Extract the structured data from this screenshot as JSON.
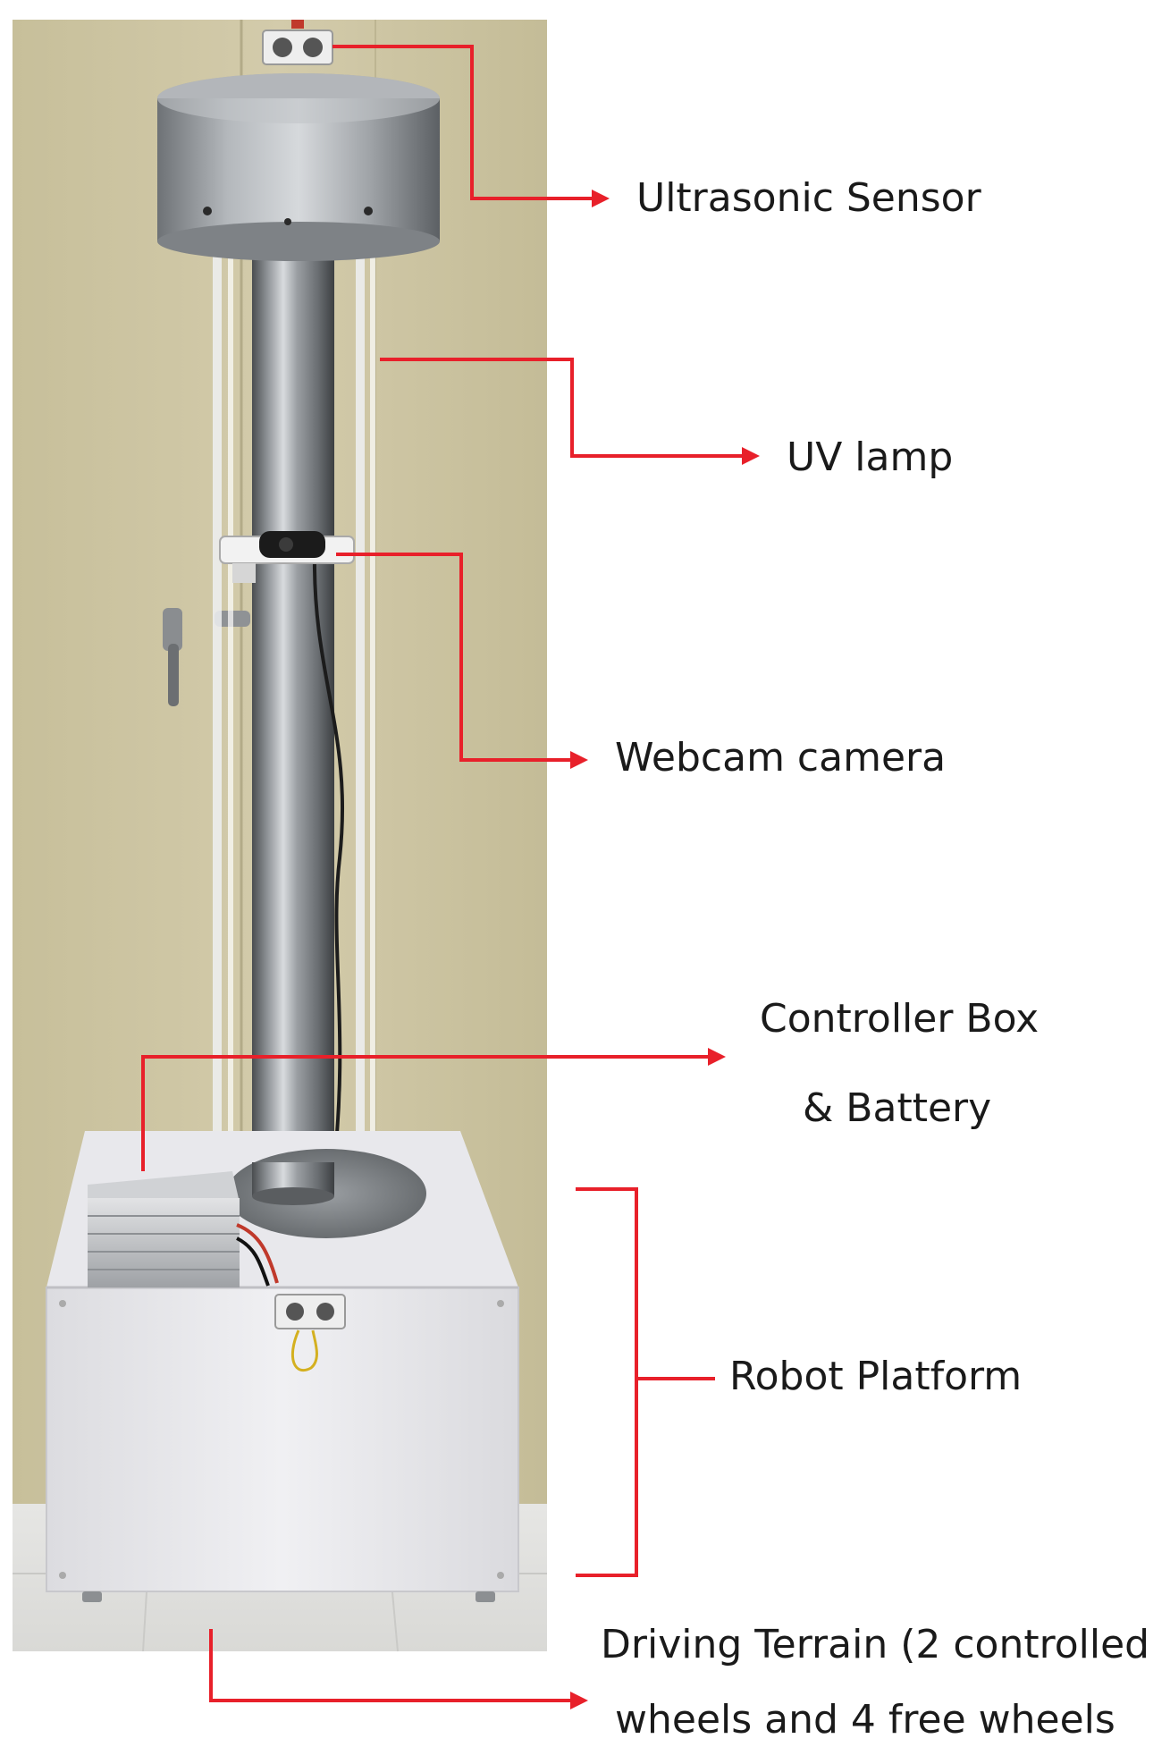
{
  "annotations": {
    "ultrasonic_sensor": "Ultrasonic Sensor",
    "uv_lamp": "UV lamp",
    "webcam_camera": "Webcam camera",
    "controller_box_line1": "Controller Box",
    "controller_box_line2": "& Battery",
    "robot_platform": "Robot Platform",
    "driving_terrain_line1": "Driving Terrain (2 controlled",
    "driving_terrain_line2": "wheels and 4 free wheels"
  },
  "colors": {
    "callout": "#e8202a",
    "wall": "#cfc7a4",
    "steel": "#a8acb0",
    "platform": "#ededf0",
    "floor": "#e4e4e2"
  },
  "icons": [
    "photo-uv-robot",
    "callout-arrow",
    "callout-bracket"
  ]
}
